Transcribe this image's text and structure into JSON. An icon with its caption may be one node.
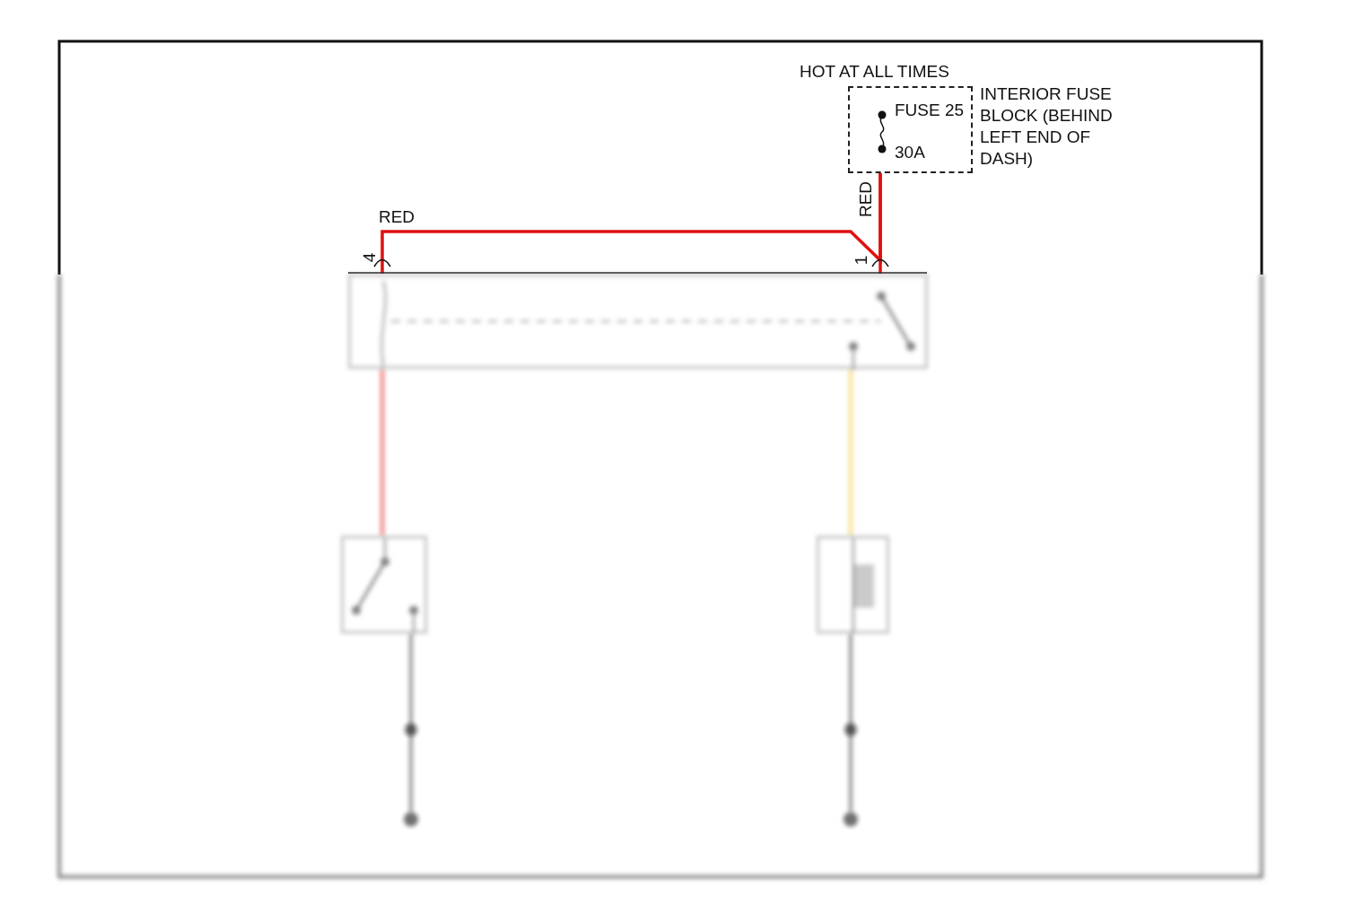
{
  "diagram": {
    "nodes": [
      {
        "text": [
          "FUSE 25",
          "30A"
        ],
        "beside": [
          "INTERIOR FUSE BLOCK (BEHIND LEFT END OF DASH)"
        ]
      },
      {
        "text": [],
        "shape": "box"
      },
      {
        "text": [],
        "shape": "box"
      },
      {
        "text": [],
        "shape": "box"
      },
      {
        "text": [],
        "shape": "circle"
      },
      {
        "text": [],
        "shape": "circle"
      }
    ],
    "edges": [
      {
        "from": 0,
        "to": 1,
        "arrow": "none",
        "label": "RED",
        "color": "#e01010"
      },
      {
        "from": 0,
        "to": 1,
        "arrow": "none",
        "label": "RED",
        "color": "#e01010"
      },
      {
        "from": 1,
        "to": 2,
        "arrow": "none",
        "color": "#e01010"
      },
      {
        "from": 1,
        "to": 3,
        "arrow": "none",
        "color": "#f0c020"
      },
      {
        "from": 2,
        "to": 4,
        "arrow": "none",
        "color": "#333333"
      },
      {
        "from": 3,
        "to": 5,
        "arrow": "none",
        "color": "#333333"
      }
    ],
    "labels": [
      "HOT AT ALL TIMES",
      "4",
      "1"
    ]
  }
}
